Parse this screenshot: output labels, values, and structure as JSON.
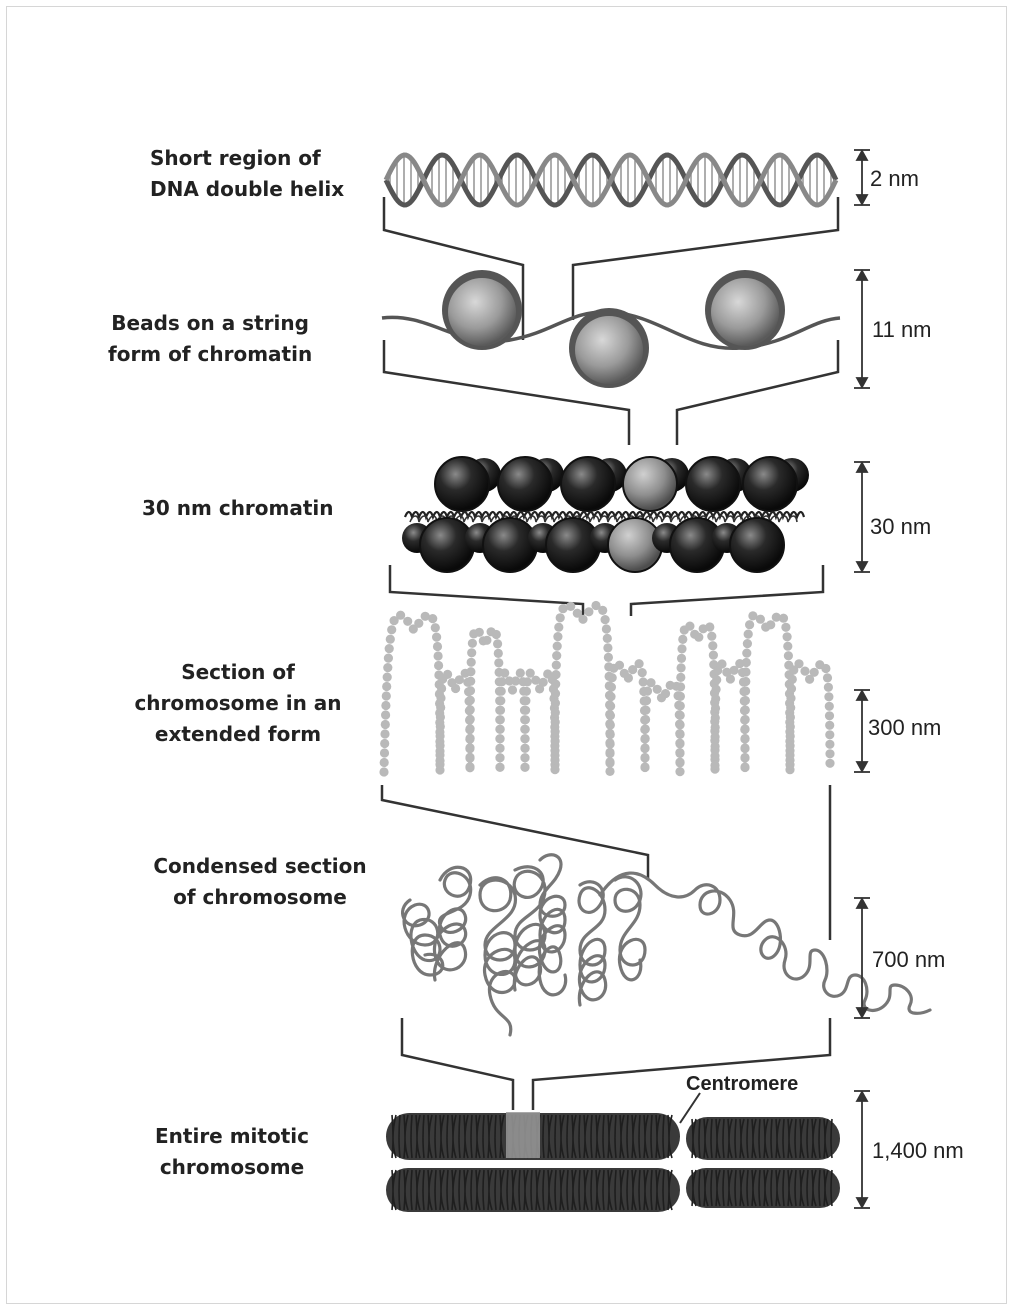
{
  "stages": [
    {
      "label": "Short region of\nDNA double helix",
      "scale": "2 nm"
    },
    {
      "label": "Beads on a string\nform of chromatin",
      "scale": "11 nm"
    },
    {
      "label": "30 nm chromatin",
      "scale": "30 nm"
    },
    {
      "label": "Section of\nchromosome in an\nextended form",
      "scale": "300 nm"
    },
    {
      "label": "Condensed section\nof chromosome",
      "scale": "700 nm"
    },
    {
      "label": "Entire mitotic\nchromosome",
      "scale": "1,400 nm"
    }
  ],
  "centromere_label": "Centromere"
}
